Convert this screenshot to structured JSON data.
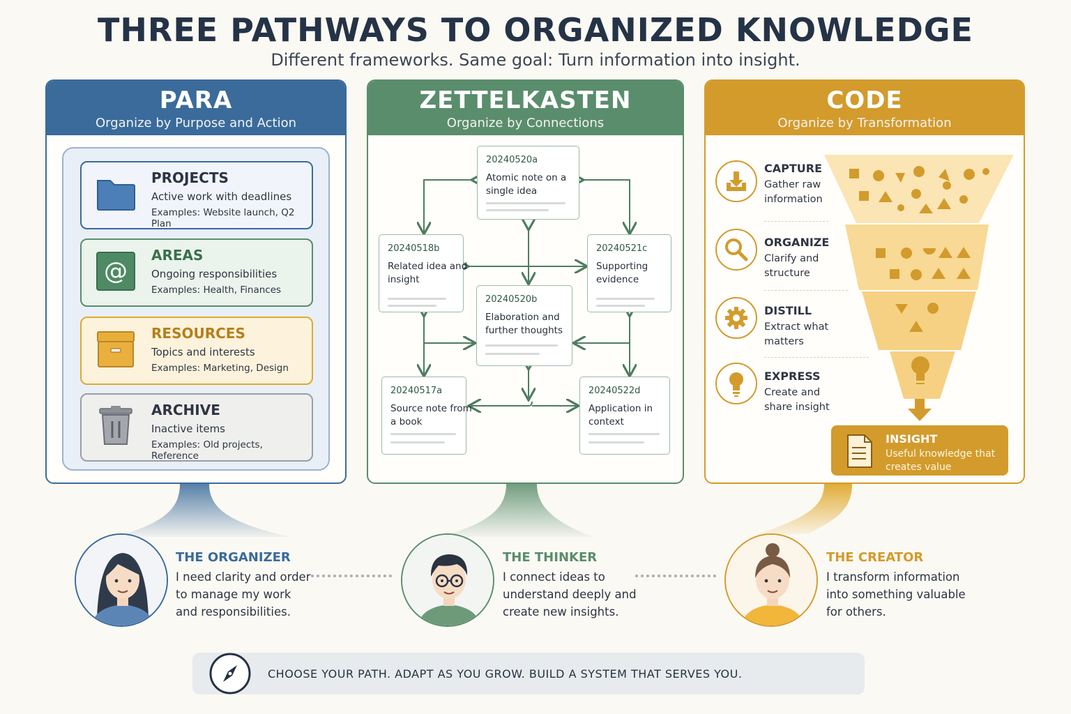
{
  "title": "THREE PATHWAYS TO ORGANIZED KNOWLEDGE",
  "subtitle": "Different frameworks. Same goal: Turn information into insight.",
  "colors": {
    "para": "#3a6b9b",
    "zettelkasten": "#5a8d6c",
    "code": "#d39b2c"
  },
  "para": {
    "title": "PARA",
    "subtitle": "Organize by Purpose and Action",
    "cards": [
      {
        "title": "PROJECTS",
        "desc": "Active work with deadlines",
        "examples": "Examples: Website launch, Q2 Plan",
        "icon": "folder-icon"
      },
      {
        "title": "AREAS",
        "desc": "Ongoing responsibilities",
        "examples": "Examples: Health, Finances",
        "icon": "at-sign-icon"
      },
      {
        "title": "RESOURCES",
        "desc": "Topics and interests",
        "examples": "Examples: Marketing, Design",
        "icon": "file-box-icon"
      },
      {
        "title": "ARCHIVE",
        "desc": "Inactive items",
        "examples": "Examples: Old projects, Reference",
        "icon": "trash-icon"
      }
    ]
  },
  "zettelkasten": {
    "title": "ZETTELKASTEN",
    "subtitle": "Organize by Connections",
    "notes": [
      {
        "id": "20240520a",
        "text": "Atomic note on a single idea"
      },
      {
        "id": "20240518b",
        "text": "Related idea and insight"
      },
      {
        "id": "20240521c",
        "text": "Supporting evidence"
      },
      {
        "id": "20240520b",
        "text": "Elaboration and further thoughts"
      },
      {
        "id": "20240517a",
        "text": "Source note from a book"
      },
      {
        "id": "20240522d",
        "text": "Application in context"
      }
    ]
  },
  "code": {
    "title": "CODE",
    "subtitle": "Organize by Transformation",
    "stages": [
      {
        "title": "CAPTURE",
        "desc": "Gather raw information",
        "icon": "download-tray-icon"
      },
      {
        "title": "ORGANIZE",
        "desc": "Clarify and structure",
        "icon": "magnifier-icon"
      },
      {
        "title": "DISTILL",
        "desc": "Extract what matters",
        "icon": "gear-icon"
      },
      {
        "title": "EXPRESS",
        "desc": "Create and share insight",
        "icon": "lightbulb-icon"
      }
    ],
    "insight": {
      "title": "INSIGHT",
      "desc": "Useful knowledge that creates value",
      "icon": "document-icon"
    }
  },
  "personas": [
    {
      "title": "THE ORGANIZER",
      "desc": "I need clarity and order to manage my work and responsibilities."
    },
    {
      "title": "THE THINKER",
      "desc": "I connect ideas to understand deeply and create new insights."
    },
    {
      "title": "THE CREATOR",
      "desc": "I transform information into something valuable for others."
    }
  ],
  "footer": {
    "text": "CHOOSE YOUR PATH. ADAPT AS YOU GROW. BUILD A SYSTEM THAT SERVES YOU.",
    "icon": "compass-icon"
  }
}
